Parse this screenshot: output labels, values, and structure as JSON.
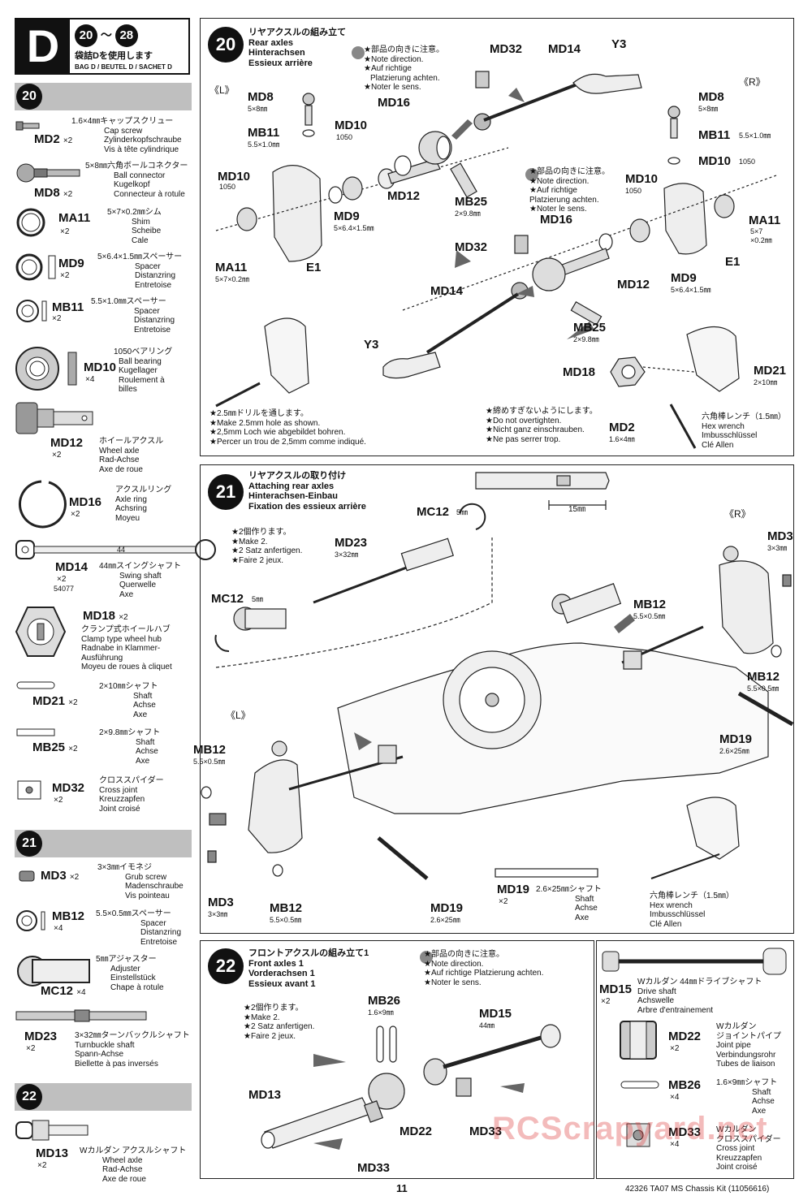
{
  "header": {
    "bag_letter": "D",
    "steps_range_start": "20",
    "steps_range_sep": "～",
    "steps_range_end": "28",
    "use_bag_jp": "袋詰Dを使用します",
    "use_bag_multi": "BAG D / BEUTEL D / SACHET D"
  },
  "sidebar": {
    "step20": "20",
    "step21": "21",
    "step22": "22",
    "parts": [
      {
        "code": "MD2",
        "qty": "×2",
        "lines": [
          "1.6×4㎜キャップスクリュー",
          "Cap screw",
          "Zylinderkopfschraube",
          "Vis à tête cylindrique"
        ]
      },
      {
        "code": "MD8",
        "qty": "×2",
        "lines": [
          "5×8㎜六角ボールコネクター",
          "Ball connector",
          "Kugelkopf",
          "Connecteur à rotule"
        ]
      },
      {
        "code": "MA11",
        "qty": "×2",
        "lines": [
          "5×7×0.2㎜シム",
          "Shim",
          "Scheibe",
          "Cale"
        ]
      },
      {
        "code": "MD9",
        "qty": "×2",
        "lines": [
          "5×6.4×1.5㎜スペーサー",
          "Spacer",
          "Distanzring",
          "Entretoise"
        ]
      },
      {
        "code": "MB11",
        "qty": "×2",
        "lines": [
          "5.5×1.0㎜スペーサー",
          "Spacer",
          "Distanzring",
          "Entretoise"
        ]
      },
      {
        "code": "MD10",
        "qty": "×4",
        "lines": [
          "1050ベアリング",
          "Ball bearing",
          "Kugellager",
          "Roulement à",
          "billes"
        ]
      },
      {
        "code": "MD12",
        "qty": "×2",
        "lines": [
          "ホイールアクスル",
          "Wheel axle",
          "Rad-Achse",
          "Axe de roue"
        ]
      },
      {
        "code": "MD16",
        "qty": "×2",
        "lines": [
          "アクスルリング",
          "Axle ring",
          "Achsring",
          "Moyeu"
        ]
      },
      {
        "code": "MD14",
        "qty": "×2",
        "lines": [
          "44㎜スイングシャフト",
          "Swing shaft",
          "Querwelle",
          "Axe"
        ],
        "extra": "54077",
        "length": "44"
      },
      {
        "code": "MD18",
        "qty": "×2",
        "lines": [
          "クランプ式ホイールハブ",
          "Clamp type wheel hub",
          "Radnabe in Klammer-",
          "Ausführung",
          "Moyeu de roues à cliquet"
        ]
      },
      {
        "code": "MD21",
        "qty": "×2",
        "lines": [
          "2×10㎜シャフト",
          "Shaft",
          "Achse",
          "Axe"
        ]
      },
      {
        "code": "MB25",
        "qty": "×2",
        "lines": [
          "2×9.8㎜シャフト",
          "Shaft",
          "Achse",
          "Axe"
        ]
      },
      {
        "code": "MD32",
        "qty": "×2",
        "lines": [
          "クロススパイダー",
          "Cross joint",
          "Kreuzzapfen",
          "Joint croisé"
        ]
      },
      {
        "code": "MD3",
        "qty": "×2",
        "lines": [
          "3×3㎜イモネジ",
          "Grub screw",
          "Madenschraube",
          "Vis pointeau"
        ]
      },
      {
        "code": "MB12",
        "qty": "×4",
        "lines": [
          "5.5×0.5㎜スペーサー",
          "Spacer",
          "Distanzring",
          "Entretoise"
        ]
      },
      {
        "code": "MC12",
        "qty": "×4",
        "lines": [
          "5㎜アジャスター",
          "Adjuster",
          "Einstellstück",
          "Chape à rotule"
        ]
      },
      {
        "code": "MD23",
        "qty": "×2",
        "lines": [
          "3×32㎜ターンバックルシャフト",
          "Turnbuckle shaft",
          "Spann-Achse",
          "Biellette à pas inversés"
        ]
      },
      {
        "code": "MD13",
        "qty": "×2",
        "lines": [
          "Wカルダン アクスルシャフト",
          "Wheel axle",
          "Rad-Achse",
          "Axe de roue"
        ]
      }
    ]
  },
  "step20": {
    "num": "20",
    "title": [
      "リヤアクスルの組み立て",
      "Rear axles",
      "Hinterachsen",
      "Essieux arrière"
    ],
    "left_mark": "《L》",
    "right_mark": "《R》",
    "note_direction": [
      "★部品の向きに注意。",
      "★Note direction.",
      "★Auf richtige",
      "Platzierung achten.",
      "★Noter le sens."
    ],
    "note_direction2": [
      "★部品の向きに注意。",
      "★Note direction.",
      "★Auf richtige",
      "Platzierung achten.",
      "★Noter le sens."
    ],
    "drill_note": [
      "★2.5㎜ドリルを通します。",
      "★Make 2.5mm hole as shown.",
      "★2,5mm Loch wie abgebildet bohren.",
      "★Percer un trou de 2,5mm comme indiqué."
    ],
    "tighten_note": [
      "★締めすぎないようにします。",
      "★Do not overtighten.",
      "★Nicht ganz einschrauben.",
      "★Ne pas serrer trop."
    ],
    "hex_wrench": [
      "六角棒レンチ（1.5㎜）",
      "Hex wrench",
      "Imbusschlüssel",
      "Clé Allen"
    ],
    "labels": {
      "md8_l": "MD8",
      "md8_l_size": "5×8㎜",
      "mb11_l": "MB11",
      "mb11_l_size": "5.5×1.0㎜",
      "md10_l": "MD10",
      "md10_l_num": "1050",
      "md10_l2": "MD10",
      "md10_l2_num": "1050",
      "md9_l": "MD9",
      "md9_l_size": "5×6.4×1.5㎜",
      "ma11_l": "MA11",
      "ma11_l_size": "5×7×0.2㎜",
      "e1_l": "E1",
      "md16_l": "MD16",
      "md12_l": "MD12",
      "md32_l": "MD32",
      "md14_l": "MD14",
      "y3_l": "Y3",
      "mb25_l": "MB25",
      "mb25_l_size": "2×9.8㎜",
      "md8_r": "MD8",
      "md8_r_size": "5×8㎜",
      "mb11_r": "MB11",
      "mb11_r_size": "5.5×1.0㎜",
      "md10_r": "MD10",
      "md10_r_num": "1050",
      "md10_r2": "MD10",
      "md10_r2_num": "1050",
      "ma11_r": "MA11",
      "ma11_r_size1": "5×7",
      "ma11_r_size2": "×0.2㎜",
      "e1_r": "E1",
      "md9_r": "MD9",
      "md9_r_size": "5×6.4×1.5㎜",
      "md12_r": "MD12",
      "md16_r": "MD16",
      "md32_r": "MD32",
      "md14_r": "MD14",
      "y3_r": "Y3",
      "mb25_r": "MB25",
      "mb25_r_size": "2×9.8㎜",
      "md18": "MD18",
      "md21": "MD21",
      "md21_size": "2×10㎜",
      "md2": "MD2",
      "md2_size": "1.6×4㎜"
    }
  },
  "step21": {
    "num": "21",
    "title": [
      "リヤアクスルの取り付け",
      "Attaching rear axles",
      "Hinterachsen-Einbau",
      "Fixation des essieux arrière"
    ],
    "make2": [
      "★2個作ります。",
      "★Make 2.",
      "★2 Satz anfertigen.",
      "★Faire 2 jeux."
    ],
    "dim": "15㎜",
    "right_mark": "《R》",
    "left_mark": "《L》",
    "hex_wrench": [
      "六角棒レンチ（1.5㎜）",
      "Hex wrench",
      "Imbusschlüssel",
      "Clé Allen"
    ],
    "md19_desc": [
      "2.6×25㎜シャフト",
      "Shaft",
      "Achse",
      "Axe"
    ],
    "labels": {
      "mc12_top": "MC12",
      "mc12_top_size": "5㎜",
      "md23": "MD23",
      "md23_size": "3×32㎜",
      "mc12_left": "MC12",
      "mc12_left_size": "5㎜",
      "md3_r": "MD3",
      "md3_r_size": "3×3㎜",
      "mb12_r1": "MB12",
      "mb12_r1_size": "5.5×0.5㎜",
      "mb12_r2": "MB12",
      "mb12_r2_size": "5.5×0.5㎜",
      "md19_r": "MD19",
      "md19_r_size": "2.6×25㎜",
      "mb12_l": "MB12",
      "mb12_l_size": "5.5×0.5㎜",
      "md3_l": "MD3",
      "md3_l_size": "3×3㎜",
      "mb12_l2": "MB12",
      "mb12_l2_size": "5.5×0.5㎜",
      "md19_l": "MD19",
      "md19_l_size": "2.6×25㎜",
      "md19_box": "MD19",
      "md19_box_qty": "×2"
    }
  },
  "step22": {
    "num": "22",
    "title": [
      "フロントアクスルの組み立て1",
      "Front axles 1",
      "Vorderachsen 1",
      "Essieux avant 1"
    ],
    "note_direction": [
      "★部品の向きに注意。",
      "★Note direction.",
      "★Auf richtige Platzierung achten.",
      "★Noter le sens."
    ],
    "make2": [
      "★2個作ります。",
      "★Make 2.",
      "★2 Satz anfertigen.",
      "★Faire 2 jeux."
    ],
    "labels": {
      "mb26": "MB26",
      "mb26_size": "1.6×9㎜",
      "md15": "MD15",
      "md15_size": "44㎜",
      "md13": "MD13",
      "md22": "MD22",
      "md33a": "MD33",
      "md33b": "MD33"
    },
    "parts_box": [
      {
        "code": "MD15",
        "qty": "×2",
        "lines": [
          "Wカルダン 44㎜ドライブシャフト",
          "Drive shaft",
          "Achswelle",
          "Arbre d'entrainement"
        ]
      },
      {
        "code": "MD22",
        "qty": "×2",
        "lines": [
          "Wカルダン",
          "ジョイントパイプ",
          "Joint pipe",
          "Verbindungsrohr",
          "Tubes de liaison"
        ]
      },
      {
        "code": "MB26",
        "qty": "×4",
        "lines": [
          "1.6×9㎜シャフト",
          "Shaft",
          "Achse",
          "Axe"
        ]
      },
      {
        "code": "MD33",
        "qty": "×4",
        "lines": [
          "Wカルダン",
          "クロススパイダー",
          "Cross joint",
          "Kreuzzapfen",
          "Joint croisé"
        ]
      }
    ]
  },
  "footer": {
    "page_number": "11",
    "kit_info": "42326 TA07 MS Chassis Kit (11056616)",
    "watermark": "RCScrapyard.net"
  }
}
